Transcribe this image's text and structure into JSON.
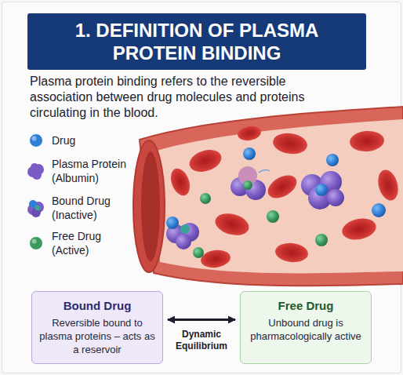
{
  "diagram": {
    "title": "1. DEFINITION OF PLASMA PROTEIN BINDING",
    "nodes": [
      {
        "text": [
          "Bound Drug",
          "Reversible bound to plasma proteins – acts as a reservoir"
        ]
      },
      {
        "text": [
          "Free Drug",
          "Unbound drug is pharmacologically active"
        ]
      }
    ],
    "edges": [
      {
        "from": 0,
        "to": 1,
        "label": "Dynamic Equilibrium",
        "arrow": "both"
      }
    ],
    "labels": [
      "Plasma protein binding refers to the reversible association between drug molecules and proteins circulating in the blood."
    ],
    "legend": [
      {
        "text": "Drug",
        "color": "#2f7fd6"
      },
      {
        "text": "Plasma Protein (Albumin)",
        "color": "#7b5cc4"
      },
      {
        "text": "Bound Drug (Inactive)"
      },
      {
        "text": "Free Drug (Active)",
        "color": "#3a9a5e"
      }
    ]
  }
}
